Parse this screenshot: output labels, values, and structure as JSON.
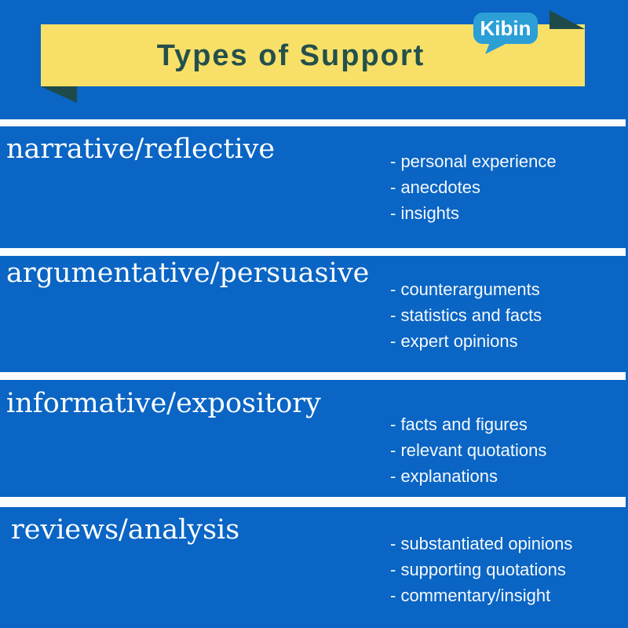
{
  "header": {
    "title": "Types of Support",
    "logo_label": "Kibin"
  },
  "colors": {
    "background_blue": "#0a65c4",
    "banner_yellow": "#f8e068",
    "banner_text_teal": "#24504c",
    "ribbon_fold_teal": "#1e4b49",
    "logo_bubble_blue": "#2b9fd6",
    "divider_white": "#fafcfe",
    "body_text_white": "#ffffff"
  },
  "sections": [
    {
      "title": "narrative/reflective",
      "items": [
        "- personal experience",
        "- anecdotes",
        "- insights"
      ]
    },
    {
      "title": "argumentative/persuasive",
      "items": [
        "- counterarguments",
        "- statistics and facts",
        "- expert opinions"
      ]
    },
    {
      "title": "informative/expository",
      "items": [
        "- facts and figures",
        "- relevant quotations",
        "- explanations"
      ]
    },
    {
      "title": "reviews/analysis",
      "items": [
        "- substantiated opinions",
        "- supporting quotations",
        "- commentary/insight"
      ]
    }
  ]
}
